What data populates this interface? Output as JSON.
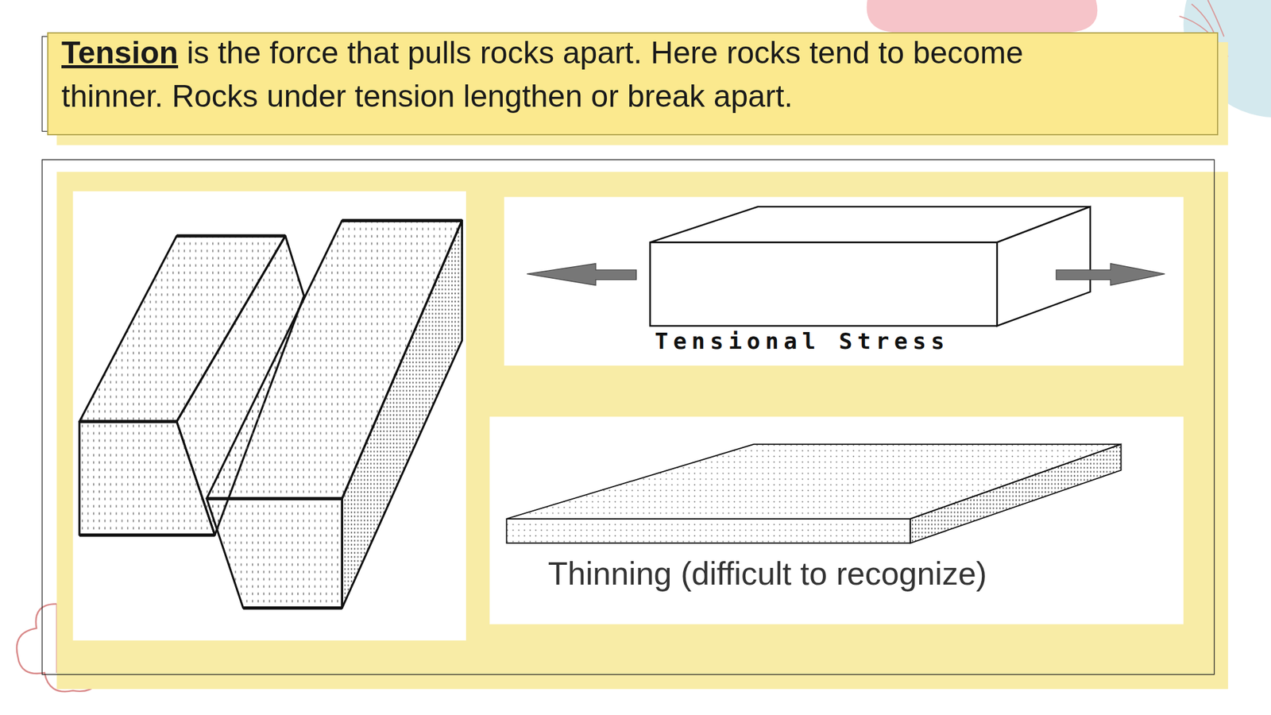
{
  "diagram": {
    "nodes": [
      {
        "text": [
          "Tension",
          "is the force that pulls rocks apart. Here rocks tend to become thinner. Rocks under tension lengthen or break apart."
        ]
      }
    ],
    "labels": [
      "Tensional Stress",
      "Thinning (difficult to recognize)"
    ]
  }
}
